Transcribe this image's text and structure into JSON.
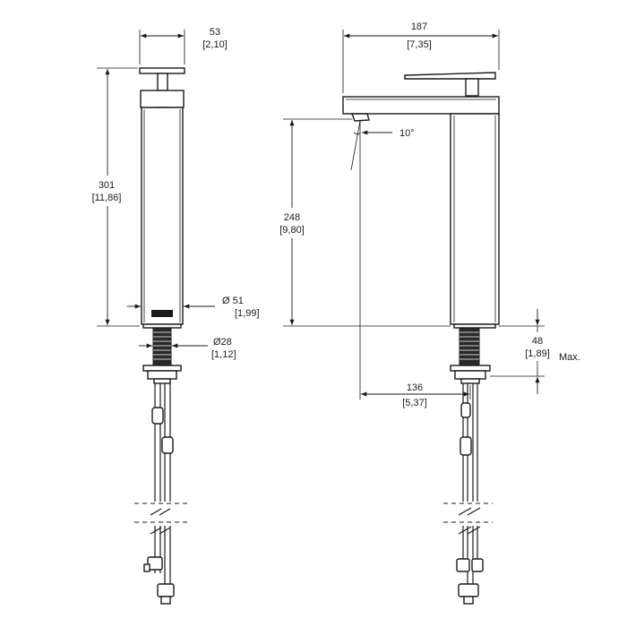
{
  "side_view": {
    "width_mm": "53",
    "width_in": "[2,10]",
    "height_mm": "301",
    "height_in": "[11,86]",
    "body_diameter_mm": "Ø 51",
    "body_diameter_in": "[1,99]",
    "shank_diameter_mm": "Ø28",
    "shank_diameter_in": "[1,12]"
  },
  "front_view": {
    "depth_mm": "187",
    "depth_in": "[7,35]",
    "angle": "10°",
    "spout_height_mm": "248",
    "spout_height_in": "[9,80]",
    "reach_mm": "136",
    "reach_in": "[5,37]",
    "max_deck_mm": "48",
    "max_deck_in": "[1,89]",
    "max_label": "Max."
  },
  "colors": {
    "line": "#1a1a1a",
    "background": "#ffffff"
  }
}
